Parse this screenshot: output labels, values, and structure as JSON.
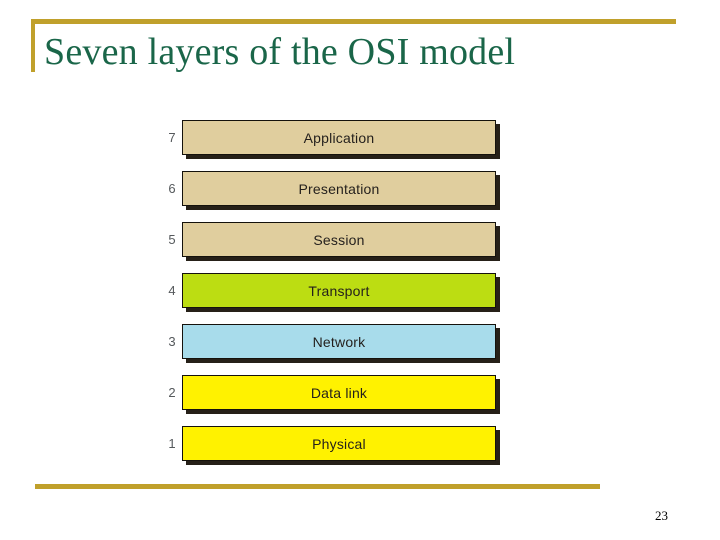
{
  "slide": {
    "title": "Seven layers of the OSI model",
    "page_number": "23",
    "accent_color": "#C0A02B",
    "title_color": "#1A6649",
    "background_color": "#FFFFFF"
  },
  "diagram": {
    "name": "osi-seven-layer-stack",
    "layers": [
      {
        "number": "7",
        "label": "Application",
        "color": "#E0CE9E"
      },
      {
        "number": "6",
        "label": "Presentation",
        "color": "#E0CE9E"
      },
      {
        "number": "5",
        "label": "Session",
        "color": "#E0CE9E"
      },
      {
        "number": "4",
        "label": "Transport",
        "color": "#BCDD12"
      },
      {
        "number": "3",
        "label": "Network",
        "color": "#A8DCEB"
      },
      {
        "number": "2",
        "label": "Data link",
        "color": "#FFF200"
      },
      {
        "number": "1",
        "label": "Physical",
        "color": "#FFF200"
      }
    ]
  }
}
